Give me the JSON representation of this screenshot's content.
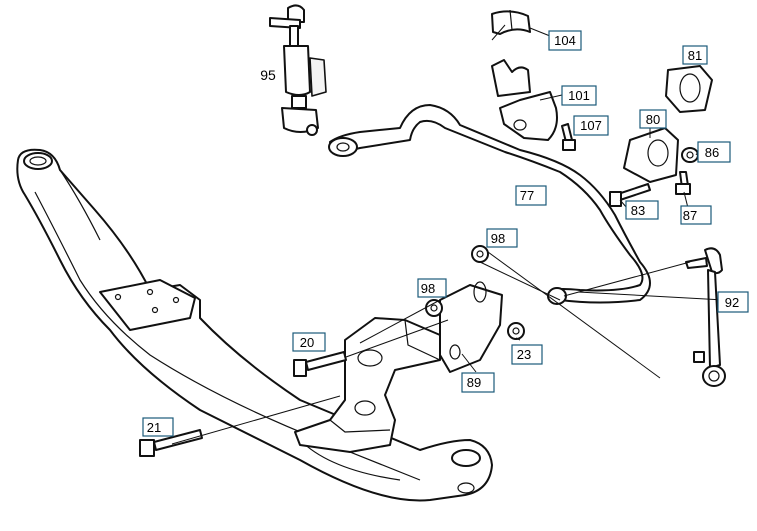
{
  "diagram": {
    "callouts": {
      "c104": "104",
      "c81": "81",
      "c101": "101",
      "c107": "107",
      "c80": "80",
      "c86": "86",
      "c77": "77",
      "c83": "83",
      "c87": "87",
      "c98a": "98",
      "c98b": "98",
      "c92": "92",
      "c20": "20",
      "c23": "23",
      "c89": "89",
      "c21": "21",
      "c95": "95"
    }
  }
}
